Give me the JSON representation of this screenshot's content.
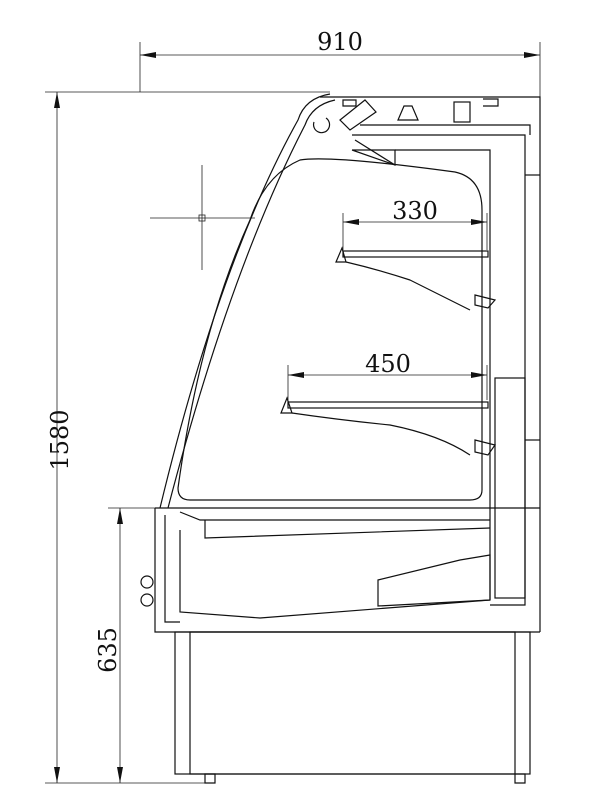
{
  "dimensions": {
    "overall_width": "910",
    "overall_height": "1580",
    "base_height": "635",
    "upper_shelf_depth": "330",
    "lower_shelf_depth": "450"
  }
}
